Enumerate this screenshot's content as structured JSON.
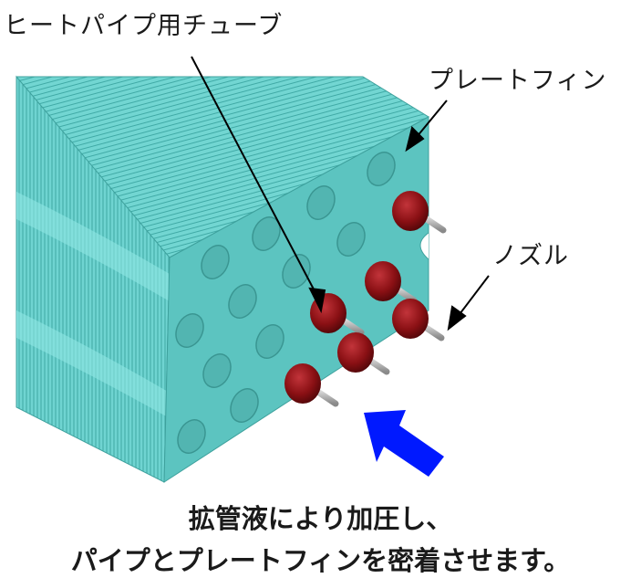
{
  "labels": {
    "heat_pipe_tube": "ヒートパイプ用チューブ",
    "plate_fin": "プレートフィン",
    "nozzle": "ノズル"
  },
  "caption": {
    "line1": "拡管液により加圧し、",
    "line2": "パイプとプレートフィンを密着させます。"
  },
  "colors": {
    "fin": "#5fc9c6",
    "fin_face": "#54b8b4",
    "fin_line": "#7fe0dc",
    "nozzle": "#8a1014",
    "nozzle_dark": "#5a070a",
    "nozzle_tip": "#b0b0b0",
    "arrow": "#0019ff"
  },
  "icons": {
    "pressure_arrow": "pressure-arrow-icon",
    "pointer": "pointer-arrow-icon"
  }
}
